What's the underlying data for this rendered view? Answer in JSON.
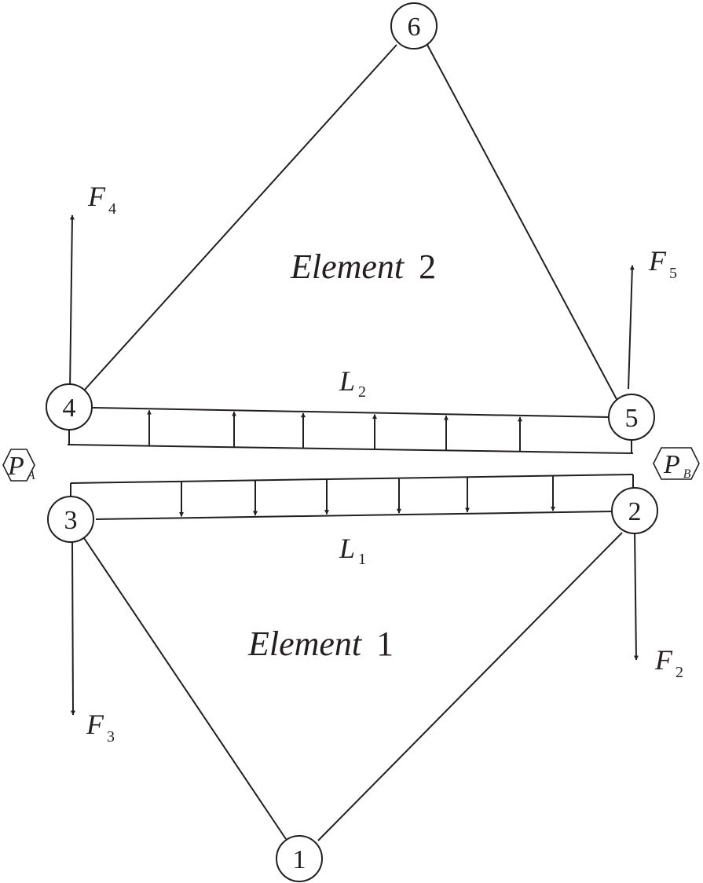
{
  "nodes": [
    {
      "id": "6",
      "label": "6"
    },
    {
      "id": "4",
      "label": "4"
    },
    {
      "id": "5",
      "label": "5"
    },
    {
      "id": "3",
      "label": "3"
    },
    {
      "id": "2",
      "label": "2"
    },
    {
      "id": "1",
      "label": "1"
    }
  ],
  "elements": {
    "element2": {
      "word": "Element",
      "number": "2"
    },
    "element1": {
      "word": "Element",
      "number": "1"
    }
  },
  "forces": {
    "F4": {
      "main": "F",
      "sub": "4"
    },
    "F5": {
      "main": "F",
      "sub": "5"
    },
    "F3": {
      "main": "F",
      "sub": "3"
    },
    "F2": {
      "main": "F",
      "sub": "2"
    }
  },
  "lengths": {
    "L2": {
      "main": "L",
      "sub": "2"
    },
    "L1": {
      "main": "L",
      "sub": "1"
    }
  },
  "pressure_points": {
    "PA": {
      "main": "P",
      "sub": "A"
    },
    "PB": {
      "main": "P",
      "sub": "B"
    }
  },
  "colors": {
    "ink": "#231f20",
    "background": "#ffffff"
  }
}
